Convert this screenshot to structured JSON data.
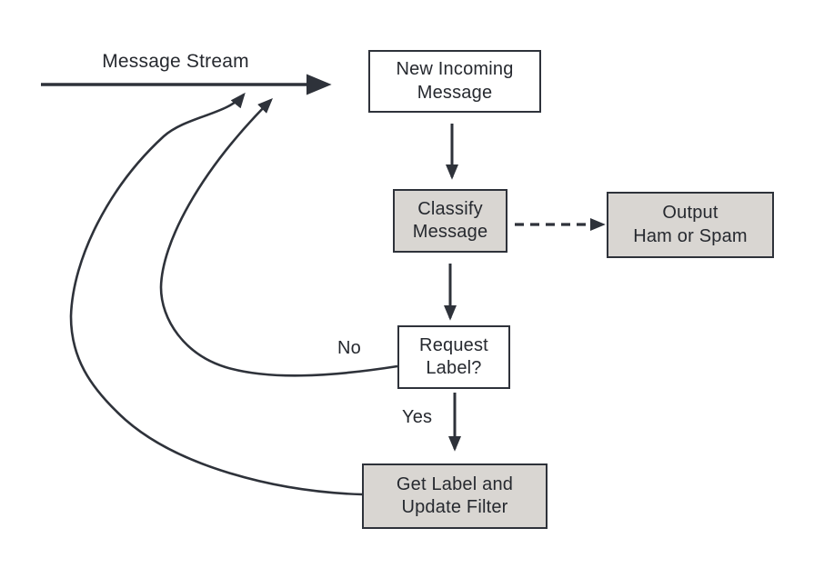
{
  "diagram_type": "flowchart",
  "colors": {
    "stroke": "#2e323a",
    "node_fill_gray": "#d9d6d2",
    "node_fill_white": "#ffffff",
    "text": "#26292f",
    "background": "#ffffff"
  },
  "labels": {
    "message_stream": "Message Stream",
    "no": "No",
    "yes": "Yes"
  },
  "nodes": {
    "new_incoming": {
      "line1": "New Incoming",
      "line2": "Message",
      "fill": "white"
    },
    "classify": {
      "line1": "Classify",
      "line2": "Message",
      "fill": "gray"
    },
    "output": {
      "line1": "Output",
      "line2": "Ham or Spam",
      "fill": "gray"
    },
    "request_label": {
      "line1": "Request",
      "line2": "Label?",
      "fill": "white"
    },
    "get_label": {
      "line1": "Get Label and",
      "line2": "Update Filter",
      "fill": "gray"
    }
  },
  "edges": [
    {
      "from": "message-stream",
      "to": "new_incoming",
      "style": "solid-thick",
      "label": "Message Stream"
    },
    {
      "from": "new_incoming",
      "to": "classify",
      "style": "solid"
    },
    {
      "from": "classify",
      "to": "output",
      "style": "dashed"
    },
    {
      "from": "classify",
      "to": "request_label",
      "style": "solid"
    },
    {
      "from": "request_label",
      "to": "message-stream",
      "style": "curved",
      "label": "No"
    },
    {
      "from": "request_label",
      "to": "get_label",
      "style": "solid",
      "label": "Yes"
    },
    {
      "from": "get_label",
      "to": "message-stream",
      "style": "curved"
    }
  ]
}
